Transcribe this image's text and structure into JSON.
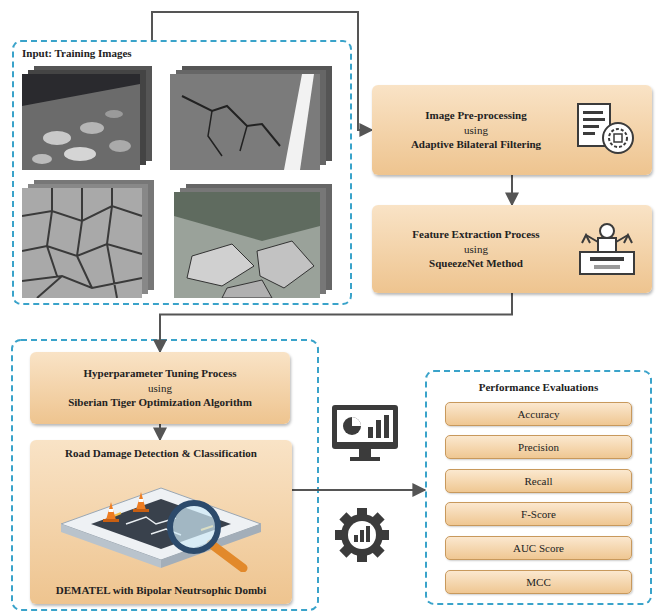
{
  "diagram": {
    "nodes": [
      {
        "text": [
          "Input: Training Images"
        ]
      },
      {
        "text": [
          "Image Pre-processing",
          "using",
          "Adaptive Bilateral Filtering"
        ]
      },
      {
        "text": [
          "Feature Extraction Process",
          "using",
          "SqueezeNet Method"
        ]
      },
      {
        "text": [
          "Hyperparameter Tuning Process",
          "using",
          "Siberian Tiger Optimization Algorithm"
        ]
      },
      {
        "text": [
          "Road Damage Detection & Classification",
          "DEMATEL with Bipolar Neutrsophic Dombi"
        ]
      },
      {
        "text": [
          "Performance Evaluations"
        ]
      },
      {
        "text": [
          "Accuracy"
        ],
        "in": 5
      },
      {
        "text": [
          "Precision"
        ],
        "in": 5
      },
      {
        "text": [
          "Recall"
        ],
        "in": 5
      },
      {
        "text": [
          "F-Score"
        ],
        "in": 5
      },
      {
        "text": [
          "AUC Score"
        ],
        "in": 5
      },
      {
        "text": [
          "MCC"
        ],
        "in": 5
      }
    ],
    "edges": [
      {
        "from": 0,
        "to": 1,
        "arrow": "to"
      },
      {
        "from": 1,
        "to": 2,
        "arrow": "to"
      },
      {
        "from": 2,
        "to": 3,
        "arrow": "to"
      },
      {
        "from": 3,
        "to": 4,
        "arrow": "to"
      },
      {
        "from": 4,
        "to": 5,
        "arrow": "to"
      }
    ]
  }
}
